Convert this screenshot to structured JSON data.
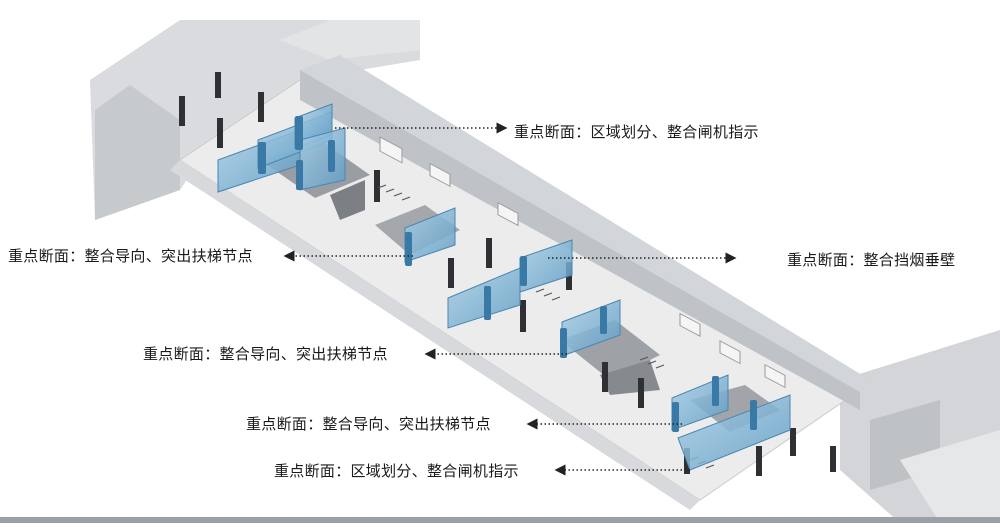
{
  "callouts": [
    {
      "id": "c1",
      "text": "重点断面：区域划分、整合闸机指示"
    },
    {
      "id": "c2",
      "text": "重点断面：整合导向、突出扶梯节点"
    },
    {
      "id": "c3",
      "text": "重点断面：整合挡烟垂壁"
    },
    {
      "id": "c4",
      "text": "重点断面：整合导向、突出扶梯节点"
    },
    {
      "id": "c5",
      "text": "重点断面：整合导向、突出扶梯节点"
    },
    {
      "id": "c6",
      "text": "重点断面：区域划分、整合闸机指示"
    }
  ],
  "colors": {
    "glass": "#7fb3d3",
    "glass_edge": "#4a86b0",
    "floor": "#ececec",
    "wall": "#cfd2d6",
    "leader": "#222222"
  }
}
